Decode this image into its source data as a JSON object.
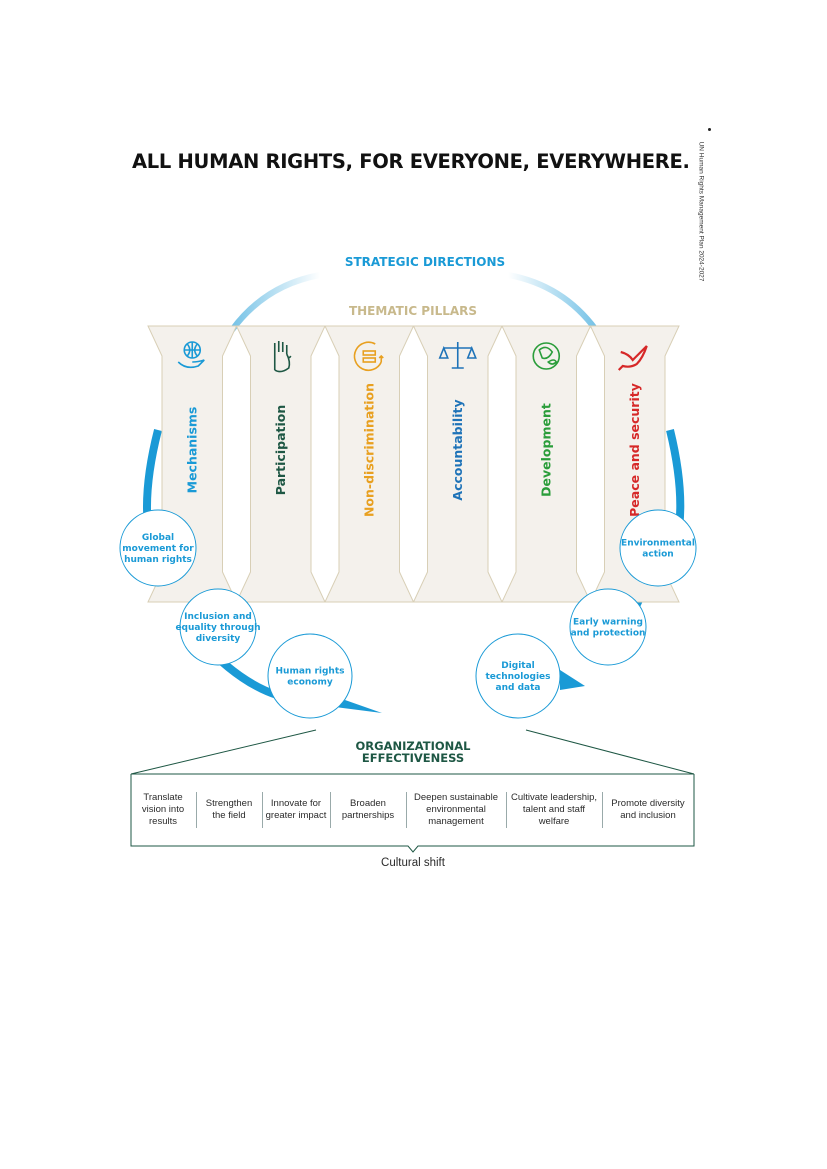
{
  "title": "ALL HUMAN RIGHTS, FOR EVERYONE, EVERYWHERE.",
  "side_note": "UN Human Rights Management Plan 2024-2027",
  "strategic_directions_label": "STRATEGIC DIRECTIONS",
  "thematic_pillars_label": "THEMATIC PILLARS",
  "pillars": [
    {
      "label": "Mechanisms",
      "color": "#1a9ad6",
      "icon": "globe-hand-icon"
    },
    {
      "label": "Participation",
      "color": "#1e5744",
      "icon": "raised-hand-icon"
    },
    {
      "label": "Non-discrimination",
      "color": "#e8a020",
      "icon": "equal-arrows-icon"
    },
    {
      "label": "Accountability",
      "color": "#1e73b8",
      "icon": "scales-icon"
    },
    {
      "label": "Development",
      "color": "#2a9d3a",
      "icon": "leaf-globe-icon"
    },
    {
      "label": "Peace and security",
      "color": "#d62828",
      "icon": "dove-icon"
    }
  ],
  "directions": [
    {
      "lines": [
        "Global",
        "movement for",
        "human rights"
      ]
    },
    {
      "lines": [
        "Inclusion and",
        "equality through",
        "diversity"
      ]
    },
    {
      "lines": [
        "Human rights",
        "economy"
      ]
    },
    {
      "lines": [
        "Digital",
        "technologies",
        "and data"
      ]
    },
    {
      "lines": [
        "Early warning",
        "and protection"
      ]
    },
    {
      "lines": [
        "Environmental",
        "action"
      ]
    }
  ],
  "organizational_effectiveness": {
    "title_line1": "ORGANIZATIONAL",
    "title_line2": "EFFECTIVENESS",
    "items": [
      "Translate vision into results",
      "Strengthen the field",
      "Innovate for greater impact",
      "Broaden partnerships",
      "Deepen sustainable environmental management",
      "Cultivate leadership, talent and staff welfare",
      "Promote diversity and inclusion"
    ],
    "footer": "Cultural shift"
  },
  "colors": {
    "ring": "#1a9ad6",
    "pillar_fill": "#f4f1ec",
    "pillar_stroke": "#d8cfb6",
    "oe_green": "#1e5744"
  }
}
